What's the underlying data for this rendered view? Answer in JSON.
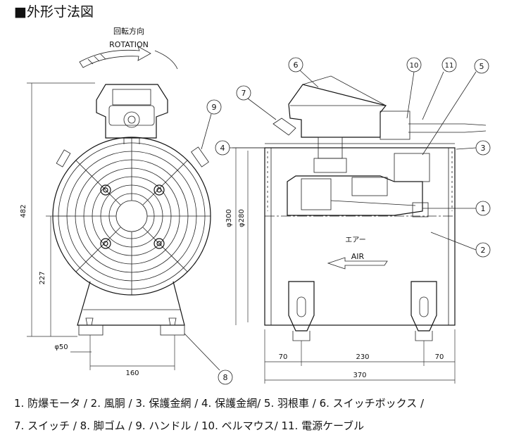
{
  "title": "■外形寸法図",
  "rotation": {
    "jp": "回転方向",
    "en": "ROTATION"
  },
  "air_label": {
    "jp": "エアー",
    "en": "AIR"
  },
  "dimensions": {
    "height_total": "482",
    "height_center": "227",
    "foot_width": "160",
    "foot_hole": "φ50",
    "diameter_outer": "φ300",
    "diameter_inner": "φ280",
    "left_offset": "70",
    "foot_span": "230",
    "right_offset": "70",
    "total_length": "370"
  },
  "callouts": [
    "1",
    "2",
    "3",
    "4",
    "5",
    "6",
    "7",
    "8",
    "9",
    "10",
    "11"
  ],
  "legend": {
    "line1": "1. 防爆モータ / 2. 風胴 / 3. 保護金網 / 4. 保護金網/ 5. 羽根車 / 6. スイッチボックス /",
    "line2": "7. スイッチ / 8. 脚ゴム / 9. ハンドル / 10. ベルマウス/ 11. 電源ケーブル"
  }
}
